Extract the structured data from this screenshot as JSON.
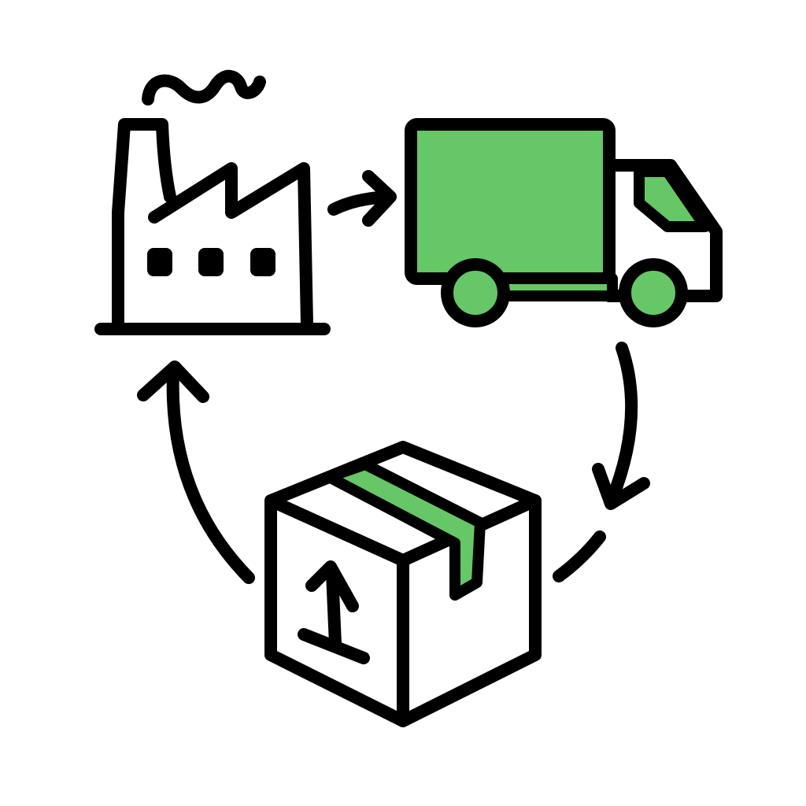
{
  "diagram": {
    "type": "cycle",
    "nodes": [
      {
        "id": "factory",
        "icon": "factory-icon"
      },
      {
        "id": "truck",
        "icon": "delivery-truck-icon"
      },
      {
        "id": "package",
        "icon": "package-box-icon"
      }
    ],
    "edges": [
      {
        "from": "factory",
        "to": "truck"
      },
      {
        "from": "truck",
        "to": "package"
      },
      {
        "from": "package",
        "to": "factory"
      }
    ]
  },
  "colors": {
    "stroke": "#000000",
    "accent": "#66c766",
    "background": "#ffffff"
  }
}
